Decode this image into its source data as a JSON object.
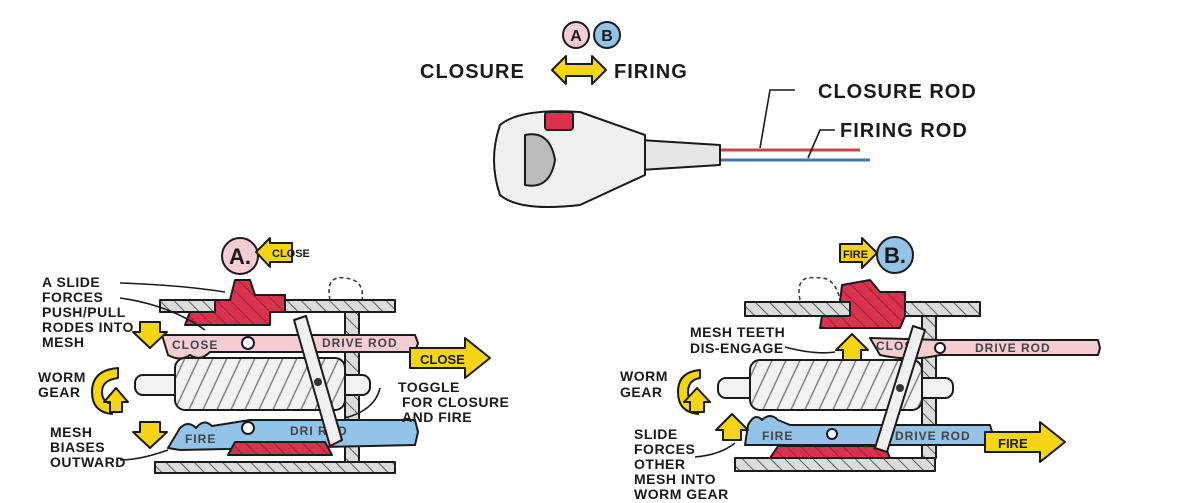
{
  "top": {
    "badge_a": "A",
    "badge_b": "B",
    "closure": "CLOSURE",
    "firing": "FIRING",
    "closure_rod": "CLOSURE ROD",
    "firing_rod": "FIRING ROD"
  },
  "panel_a": {
    "badge": "A.",
    "mode_arrow": "CLOSE",
    "slide_label": [
      "A SLIDE",
      "FORCES",
      "PUSH/PULL",
      "RODES INTO",
      "MESH"
    ],
    "worm_label": [
      "WORM",
      "GEAR"
    ],
    "mesh_label": [
      "MESH",
      "BIASES",
      "OUTWARD"
    ],
    "toggle_label": [
      "TOGGLE",
      "FOR CLOSURE",
      "AND FIRE"
    ],
    "close_rod_text": "CLOSE",
    "close_drive_rod": "DRIVE ROD",
    "fire_rod_text": "FIRE",
    "fire_drive_rod": "DRI   ROD",
    "output_arrow": "CLOSE"
  },
  "panel_b": {
    "badge": "B.",
    "mode_arrow": "FIRE",
    "mesh_teeth_label": [
      "MESH TEETH",
      "DIS-ENGAGE"
    ],
    "worm_label": [
      "WORM",
      "GEAR"
    ],
    "slide_label": [
      "SLIDE",
      "FORCES",
      "OTHER",
      "MESH INTO",
      "WORM GEAR"
    ],
    "close_rod_text": "CLOS",
    "close_drive_rod": "DRIVE ROD",
    "fire_rod_text": "FIRE",
    "fire_drive_rod": "DRIVE ROD",
    "output_arrow": "FIRE"
  },
  "colors": {
    "yellow": "#f5d515",
    "red": "#d8324f",
    "pink": "#f6cdd3",
    "blue": "#93c3e8",
    "gray": "#d9d9d9"
  }
}
